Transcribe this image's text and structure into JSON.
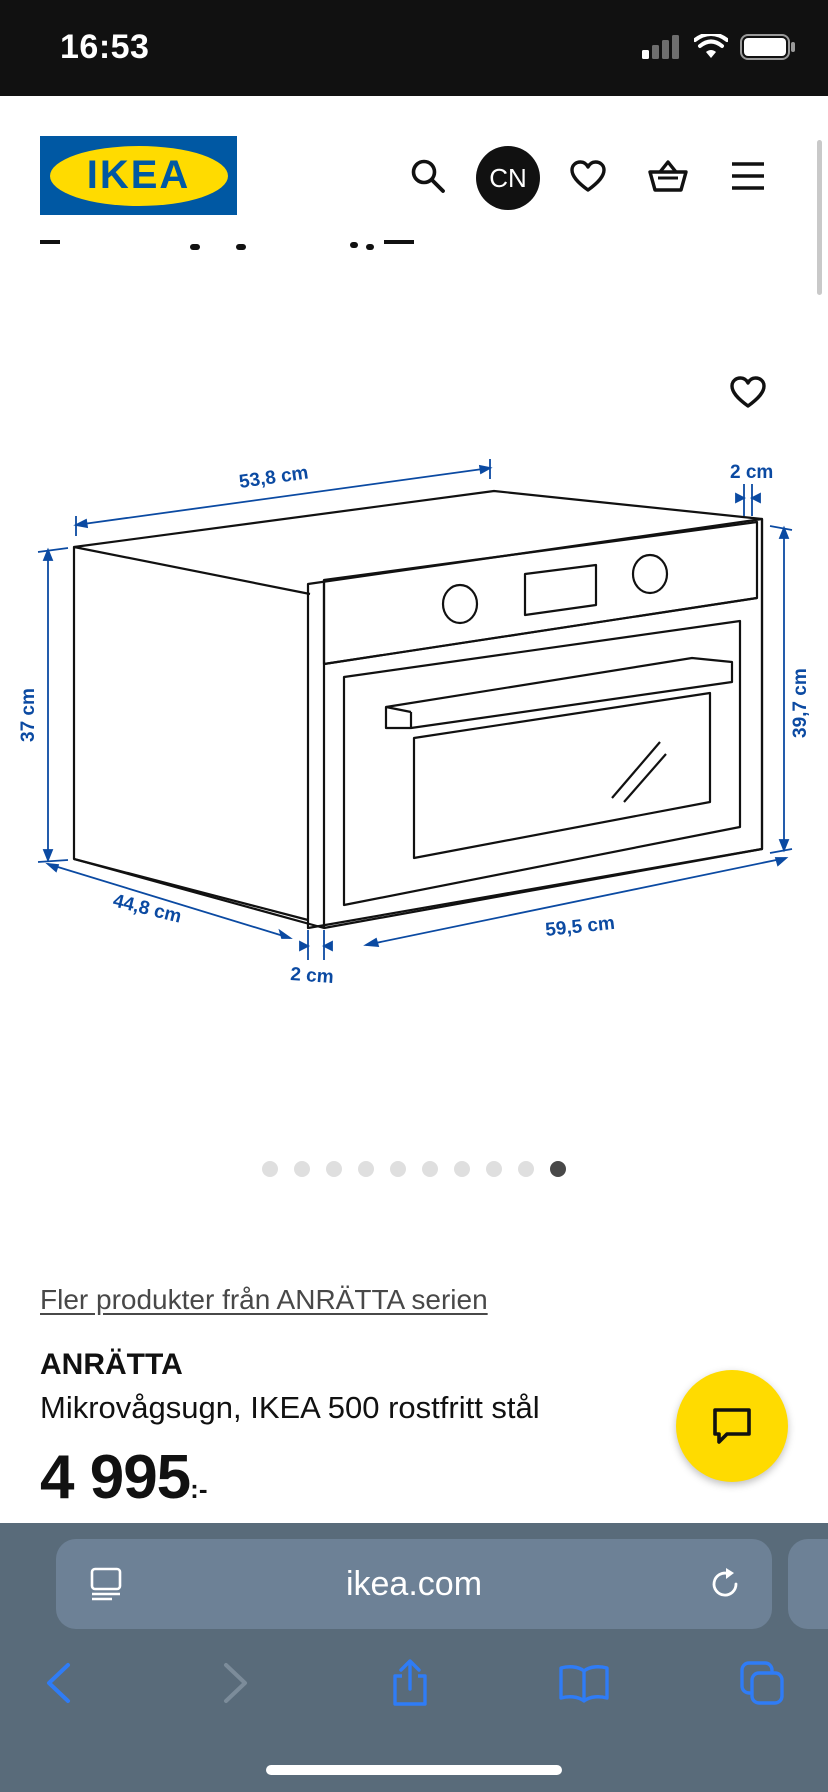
{
  "status_bar": {
    "time": "16:53",
    "signal_icon": "signal-bars-icon",
    "wifi_icon": "wifi-icon",
    "battery_icon": "battery-icon"
  },
  "header": {
    "logo_text": "IKEA",
    "search_icon": "search-icon",
    "language": "CN",
    "favorites_icon": "heart-icon",
    "cart_icon": "basket-icon",
    "menu_icon": "hamburger-menu-icon"
  },
  "product_image": {
    "favorite_icon": "heart-icon",
    "dimensions": {
      "depth": "53,8 cm",
      "door_offset_top": "2 cm",
      "height_left": "37 cm",
      "height_right": "39,7 cm",
      "depth_bottom": "44,8 cm",
      "door_offset_bottom": "2 cm",
      "width": "59,5 cm"
    }
  },
  "carousel": {
    "count": 10,
    "active_index": 9
  },
  "product": {
    "series_link": "Fler produkter från ANRÄTTA serien",
    "name": "ANRÄTTA",
    "description": "Mikrovågsugn, IKEA 500 rostfritt stål",
    "price": "4 995",
    "price_suffix": ":-"
  },
  "chat": {
    "icon": "chat-bubble-icon"
  },
  "browser": {
    "url": "ikea.com",
    "reader_icon": "reader-mode-icon",
    "reload_icon": "reload-icon",
    "back_icon": "back-chevron-icon",
    "forward_icon": "forward-chevron-icon",
    "share_icon": "share-icon",
    "bookmarks_icon": "book-icon",
    "tabs_icon": "tabs-icon"
  },
  "colors": {
    "ikea_blue": "#0058a3",
    "ikea_yellow": "#ffdb00",
    "dimension_blue": "#0b4aa2",
    "browser_bar": "#596b7a",
    "safari_blue": "#2f7cf6"
  }
}
